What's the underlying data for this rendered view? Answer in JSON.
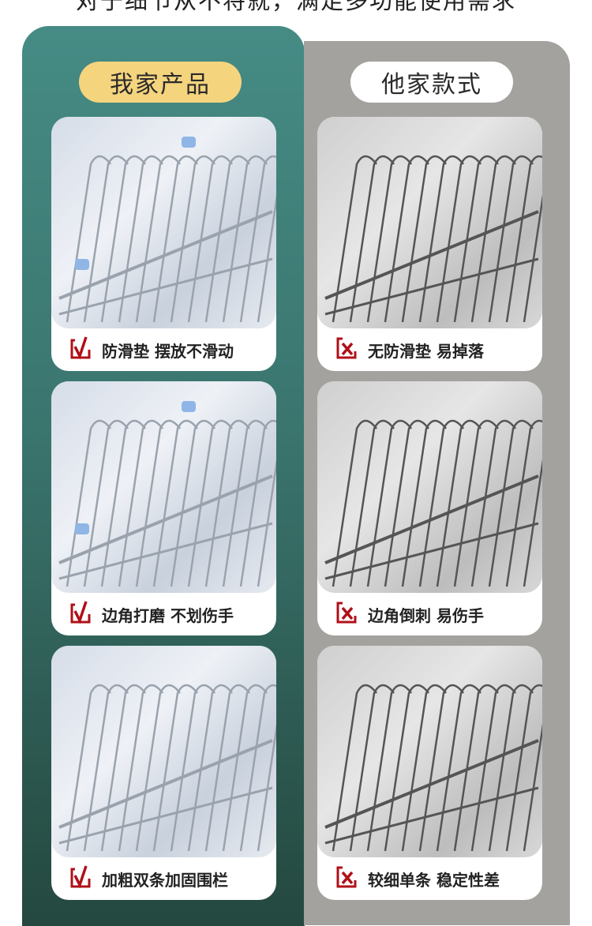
{
  "top_text": "对于细节从不将就，满足多功能使用需求",
  "ours": {
    "title": "我家产品",
    "items": [
      {
        "label": "防滑垫 摆放不滑动",
        "icon": "check-icon"
      },
      {
        "label": "边角打磨 不划伤手",
        "icon": "check-icon"
      },
      {
        "label": "加粗双条加固围栏",
        "icon": "check-icon"
      }
    ]
  },
  "theirs": {
    "title": "他家款式",
    "items": [
      {
        "label": "无防滑垫 易掉落",
        "icon": "cross-icon"
      },
      {
        "label": "边角倒刺 易伤手",
        "icon": "cross-icon"
      },
      {
        "label": "较细单条 稳定性差",
        "icon": "cross-icon"
      }
    ]
  },
  "colors": {
    "ours_panel": "#468b85",
    "theirs_panel": "#a4a29e",
    "ours_badge": "#f5d47e",
    "icon_red": "#b01018"
  }
}
